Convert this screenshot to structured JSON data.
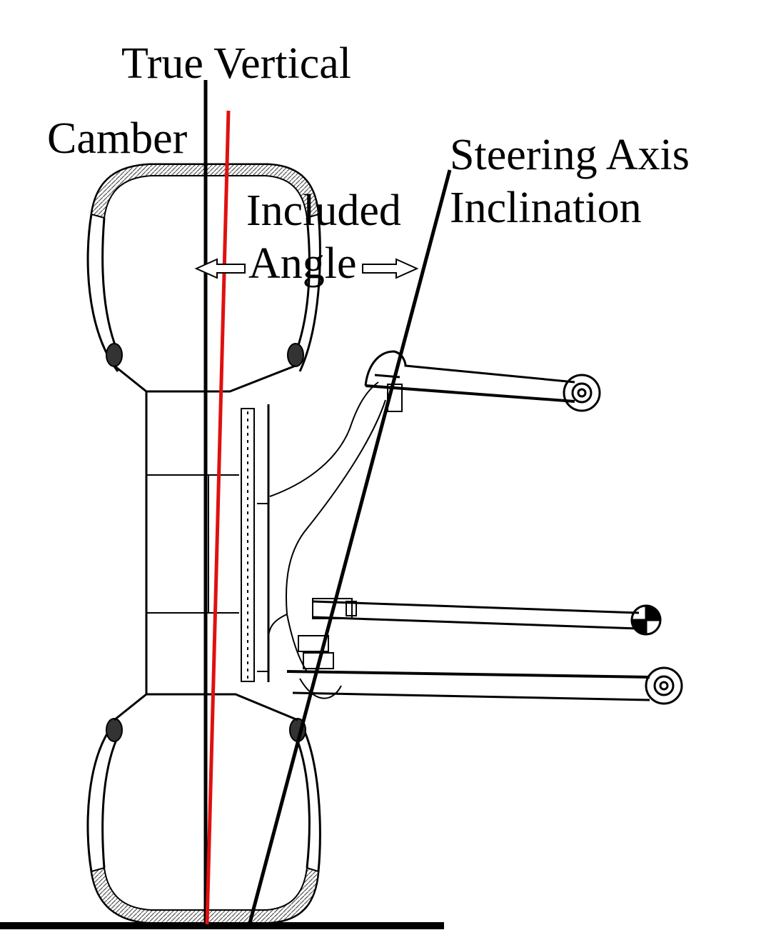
{
  "labels": {
    "true_vertical": "True Vertical",
    "camber": "Camber",
    "steering_axis_line1": "Steering Axis",
    "steering_axis_line2": "Inclination",
    "included_angle_line1": "Included",
    "included_angle_line2": "Angle"
  },
  "colors": {
    "camber_line": "#e01010",
    "ink": "#000000"
  }
}
